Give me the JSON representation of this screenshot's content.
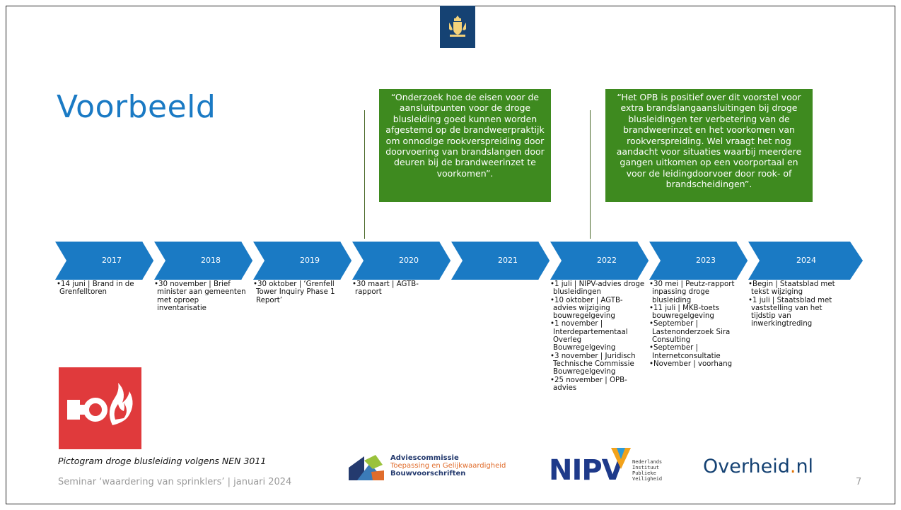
{
  "slide": {
    "title": "Voorbeeld",
    "page_number": "7",
    "footer": "Seminar ‘waardering van sprinklers’ | januari 2024",
    "caption": "Pictogram droge blusleiding volgens NEN 3011"
  },
  "quotes": [
    "“Onderzoek hoe de eisen voor de aansluitpunten voor de droge blusleiding goed kunnen worden afgestemd op de brandweerpraktijk om onnodige rookverspreiding door doorvoering van brandslangen door deuren bij de brandweerinzet te voorkomen”.",
    "“Het OPB is positief over dit voorstel voor extra brandslangaansluitingen bij droge blusleidingen ter verbetering van de brandweerinzet en het voorkomen van rookverspreiding. Wel vraagt het nog aandacht voor situaties waarbij meerdere gangen uitkomen op een voorportaal en voor de leidingdoorvoer door rook- of brandscheidingen”."
  ],
  "timeline": {
    "years": [
      "2017",
      "2018",
      "2019",
      "2020",
      "2021",
      "2022",
      "2023",
      "2024"
    ],
    "events": [
      [
        "•14 juni | Brand in de Grenfelltoren"
      ],
      [
        "•30 november | Brief minister aan gemeenten met oproep inventarisatie"
      ],
      [
        "•30 oktober | ‘Grenfell Tower Inquiry Phase 1 Report’"
      ],
      [
        "•30 maart | AGTB-rapport"
      ],
      [],
      [
        "•1 juli | NIPV-advies droge blusleidingen",
        "•10 oktober | AGTB-advies wijziging bouwregelgeving",
        "•1 november | Interdepartementaal Overleg Bouwregelgeving",
        "•3 november | Juridisch Technische Commissie Bouwregelgeving",
        "•25 november | OPB-advies"
      ],
      [
        "•30 mei | Peutz-rapport inpassing droge blusleiding",
        "•11 juli | MKB-toets bouwregelgeving",
        "•September | Lastenonderzoek Sira Consulting",
        "•September | Internetconsultatie",
        "•November | voorhang"
      ],
      [
        "•Begin | Staatsblad met tekst wijziging",
        "•1 juli | Staatsblad met vaststelling van het tijdstip van inwerkingtreding"
      ]
    ]
  },
  "logos": {
    "adviescommissie": {
      "line1": "Adviescommissie",
      "line2": "Toepassing en Gelijkwaardigheid",
      "line3": "Bouwvoorschriften"
    },
    "nipv": {
      "word": "NIPV",
      "line1": "Nederlands",
      "line2": "Instituut",
      "line3": "Publieke",
      "line4": "Veiligheid"
    },
    "overheid": {
      "name": "Overheid",
      "dot": ".",
      "tld": "nl"
    }
  },
  "colors": {
    "accent_blue": "#1a7ac4",
    "chevron_blue": "#1a7ac4",
    "quote_green": "#3e8a1f",
    "rijks_blue": "#154273",
    "pictogram_red": "#e03a3c"
  }
}
